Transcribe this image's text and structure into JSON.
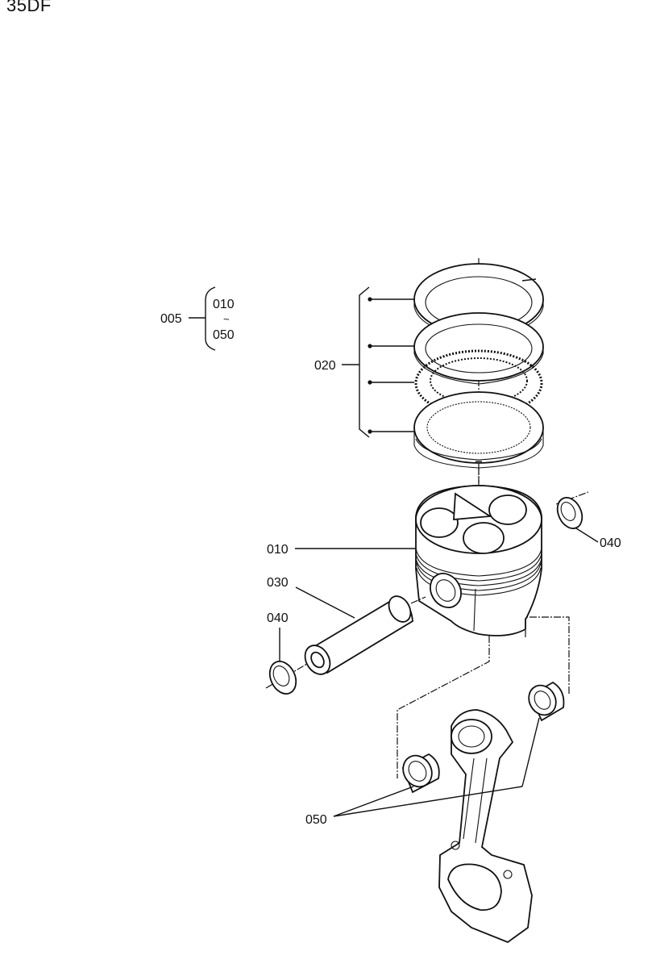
{
  "header": {
    "code": "35DF"
  },
  "callouts": {
    "c005": "005",
    "c010_range_start": "010",
    "c_range_sep": "~",
    "c050_range_end": "050",
    "c020": "020",
    "c010": "010",
    "c030": "030",
    "c040_left": "040",
    "c040_right": "040",
    "c050": "050"
  },
  "parts": [
    {
      "id": "010",
      "name": "piston"
    },
    {
      "id": "020",
      "name": "piston-ring-set"
    },
    {
      "id": "030",
      "name": "piston-pin"
    },
    {
      "id": "040",
      "name": "circlip"
    },
    {
      "id": "050",
      "name": "bushing"
    }
  ]
}
